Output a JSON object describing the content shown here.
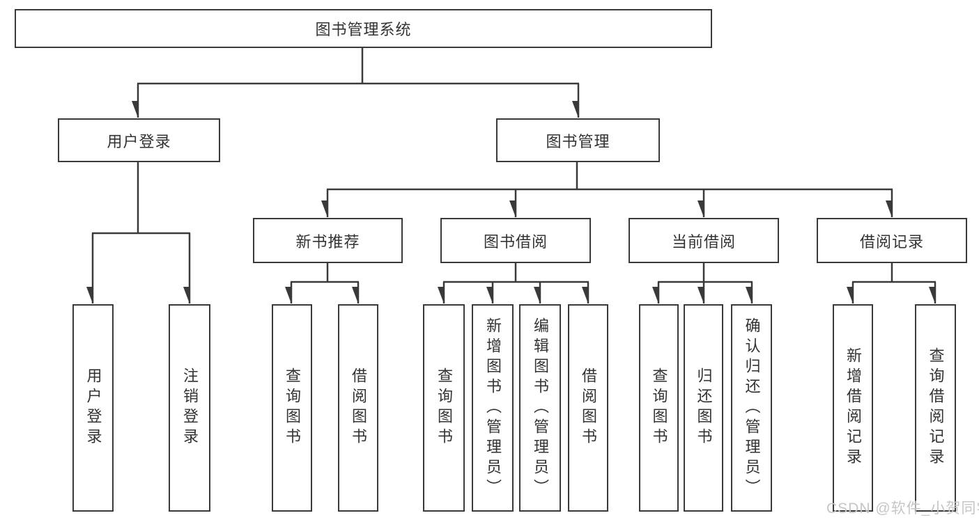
{
  "diagram": {
    "title": "图书管理系统",
    "branches": [
      {
        "label": "用户登录",
        "children": [
          {
            "label": "用户登录"
          },
          {
            "label": "注销登录"
          }
        ]
      },
      {
        "label": "图书管理",
        "children": [
          {
            "label": "新书推荐",
            "children": [
              {
                "label": "查询图书"
              },
              {
                "label": "借阅图书"
              }
            ]
          },
          {
            "label": "图书借阅",
            "children": [
              {
                "label": "查询图书"
              },
              {
                "label": "新增图书（管理员）"
              },
              {
                "label": "编辑图书（管理员）"
              },
              {
                "label": "借阅图书"
              }
            ]
          },
          {
            "label": "当前借阅",
            "children": [
              {
                "label": "查询图书"
              },
              {
                "label": "归还图书"
              },
              {
                "label": "确认归还（管理员）"
              }
            ]
          },
          {
            "label": "借阅记录",
            "children": [
              {
                "label": "新增借阅记录"
              },
              {
                "label": "查询借阅记录"
              }
            ]
          }
        ]
      }
    ]
  },
  "watermark": {
    "text": "CSDN @软件_小贺同学"
  },
  "colors": {
    "line": "#3a3a3a",
    "node_border": "#3a3a3a",
    "text": "#333333",
    "watermark": "#c6c6c6",
    "background": "#ffffff"
  }
}
